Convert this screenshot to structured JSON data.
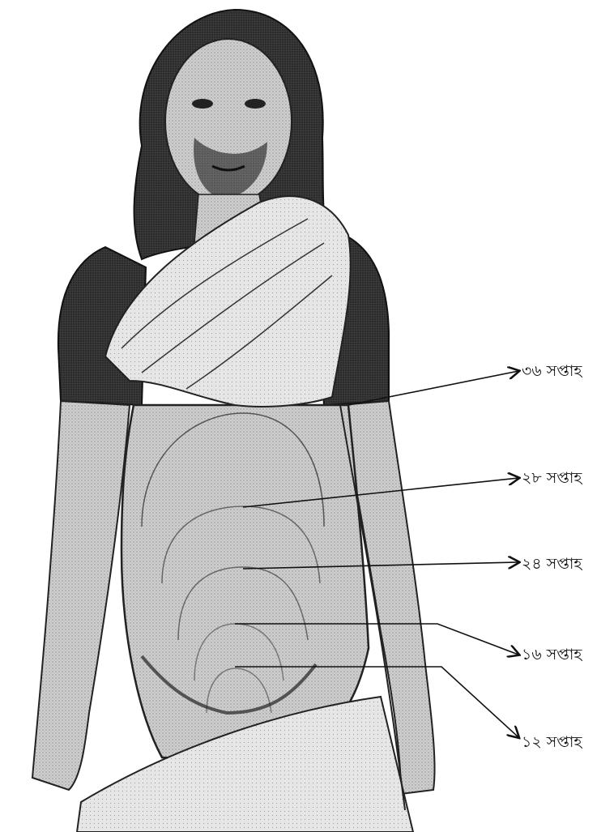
{
  "labels": {
    "week36": "৩৬ সপ্তাহ",
    "week28": "২৮ সপ্তাহ",
    "week24": "২৪ সপ্তাহ",
    "week16": "১৬ সপ্তাহ",
    "week12": "১২ সপ্তাহ"
  },
  "colors": {
    "ink": "#111111",
    "skin": "#c9c9c9",
    "skin_shadow": "#9a9a9a",
    "hair": "#1e1e1e",
    "blouse": "#2a2a2a",
    "sari": "#e9e9e9",
    "background": "#ffffff"
  }
}
